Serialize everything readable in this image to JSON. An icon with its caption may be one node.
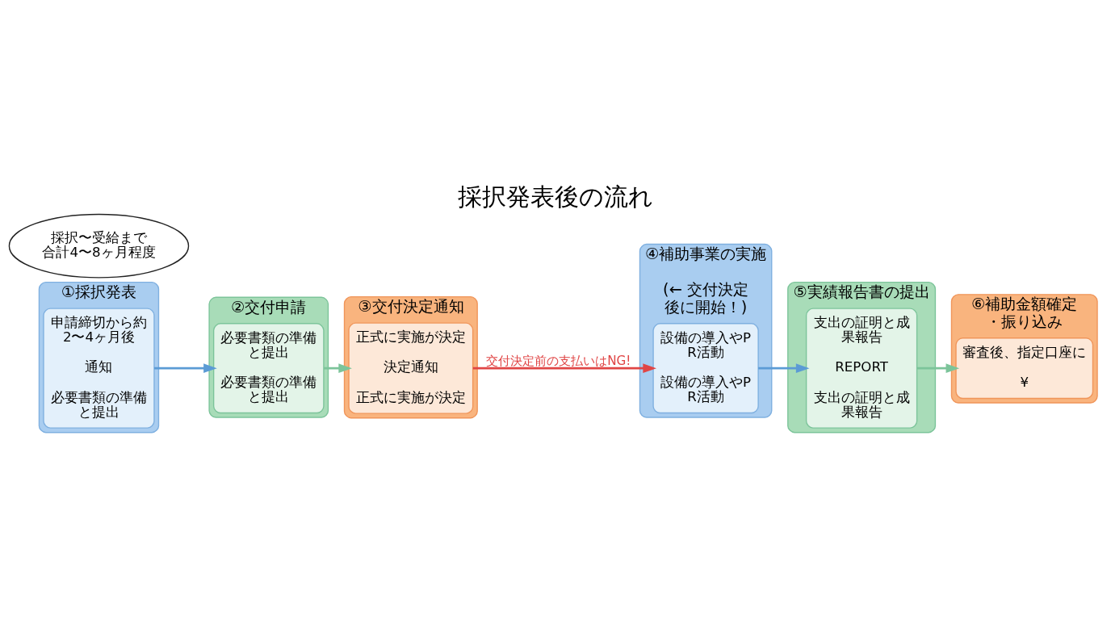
{
  "diagram": {
    "title": "採択発表後の流れ",
    "nodes": [
      {
        "text": [
          "①採択発表"
        ]
      },
      {
        "text": [
          "申請締切から約2〜4ヶ月後",
          "通知",
          "必要書類の準備と提出"
        ],
        "in": 0
      },
      {
        "text": [
          "②交付申請"
        ]
      },
      {
        "text": [
          "必要書類の準備と提出",
          "必要書類の準備と提出"
        ],
        "in": 2
      },
      {
        "text": [
          "③交付決定通知"
        ]
      },
      {
        "text": [
          "正式に実施が決定",
          "決定通知",
          "正式に実施が決定"
        ],
        "in": 4
      },
      {
        "text": [
          "④補助事業の実施",
          "(← 交付決定後に開始！)"
        ]
      },
      {
        "text": [
          "設備の導入やPR活動",
          "設備の導入やPR活動"
        ],
        "in": 6
      },
      {
        "text": [
          "⑤実績報告書の提出"
        ]
      },
      {
        "text": [
          "支出の証明と成果報告",
          "REPORT",
          "支出の証明と成果報告"
        ],
        "in": 8
      },
      {
        "text": [
          "⑥補助金額確定・振り込み"
        ]
      },
      {
        "text": [
          "審査後、指定口座に",
          "¥"
        ],
        "in": 10
      },
      {
        "text": [
          "採択〜受給まで合計4〜8ヶ月程度"
        ]
      }
    ],
    "edges": [
      {
        "from": 1,
        "to": 3,
        "arrow": "to",
        "color": "#5b9bd5"
      },
      {
        "from": 3,
        "to": 5,
        "arrow": "to",
        "color": "#7cc49a"
      },
      {
        "from": 5,
        "to": 7,
        "arrow": "to",
        "label": "交付決定前の支払いはNG!",
        "color": "#e04545"
      },
      {
        "from": 7,
        "to": 9,
        "arrow": "to",
        "color": "#5b9bd5"
      },
      {
        "from": 9,
        "to": 11,
        "arrow": "to",
        "color": "#7cc49a"
      }
    ]
  }
}
